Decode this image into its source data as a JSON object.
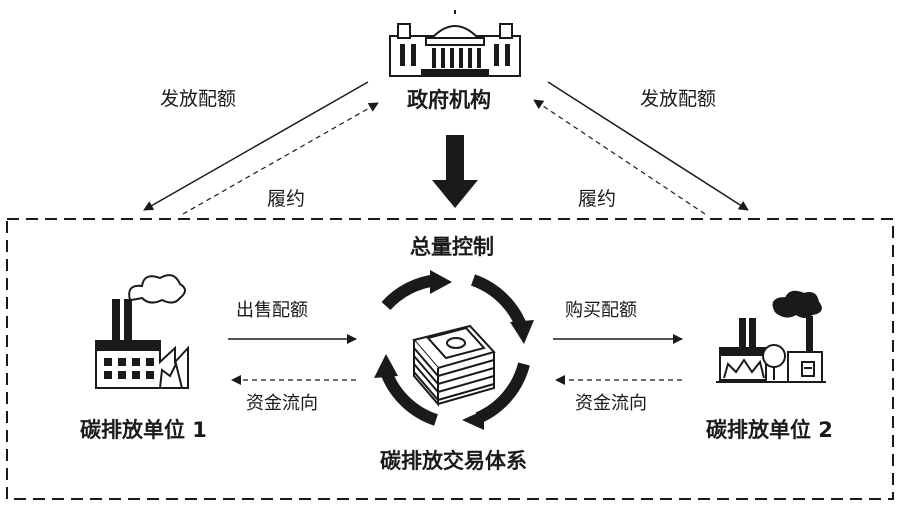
{
  "government": {
    "label": "政府机构"
  },
  "left_top_arrows": {
    "issue_label": "发放配额",
    "comply_label": "履约"
  },
  "right_top_arrows": {
    "issue_label": "发放配额",
    "comply_label": "履约"
  },
  "market": {
    "cap_label": "总量控制",
    "system_label": "碳排放交易体系"
  },
  "left_flows": {
    "sell_label": "出售配额",
    "money_label": "资金流向"
  },
  "right_flows": {
    "buy_label": "购买配额",
    "money_label": "资金流向"
  },
  "emitter_1": {
    "label": "碳排放单位 1"
  },
  "emitter_2": {
    "label": "碳排放单位 2"
  },
  "colors": {
    "ink": "#1a1a1a",
    "background": "#ffffff"
  },
  "icons": [
    "government-building-icon",
    "factory-icon",
    "money-cycle-icon",
    "factory-tree-icon"
  ]
}
